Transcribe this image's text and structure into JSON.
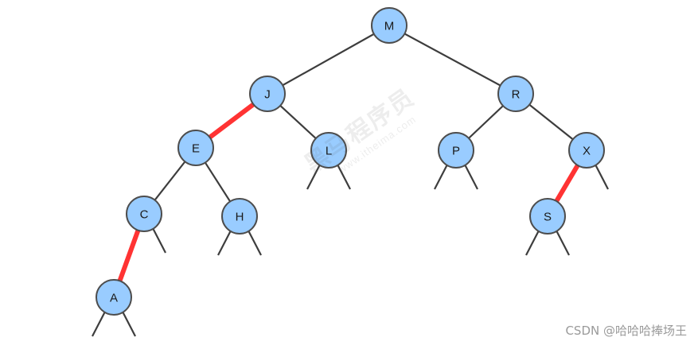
{
  "diagram": {
    "colors": {
      "node_fill": "#99ccff",
      "node_stroke": "#4d4d4d",
      "black_link": "#3d3d3d",
      "red_link": "#ff3333"
    },
    "nodes": [
      {
        "id": "M",
        "label": "M"
      },
      {
        "id": "J",
        "label": "J"
      },
      {
        "id": "R",
        "label": "R"
      },
      {
        "id": "E",
        "label": "E"
      },
      {
        "id": "L",
        "label": "L"
      },
      {
        "id": "P",
        "label": "P"
      },
      {
        "id": "X",
        "label": "X"
      },
      {
        "id": "C",
        "label": "C"
      },
      {
        "id": "H",
        "label": "H"
      },
      {
        "id": "S",
        "label": "S"
      },
      {
        "id": "A",
        "label": "A"
      }
    ],
    "edges": [
      {
        "from": "M",
        "to": "J",
        "color": "black"
      },
      {
        "from": "M",
        "to": "R",
        "color": "black"
      },
      {
        "from": "J",
        "to": "E",
        "color": "red"
      },
      {
        "from": "J",
        "to": "L",
        "color": "black"
      },
      {
        "from": "R",
        "to": "P",
        "color": "black"
      },
      {
        "from": "R",
        "to": "X",
        "color": "black"
      },
      {
        "from": "E",
        "to": "C",
        "color": "black"
      },
      {
        "from": "E",
        "to": "H",
        "color": "black"
      },
      {
        "from": "X",
        "to": "S",
        "color": "red"
      },
      {
        "from": "C",
        "to": "A",
        "color": "red"
      }
    ],
    "null_links": [
      {
        "from": "L",
        "side": "left"
      },
      {
        "from": "L",
        "side": "right"
      },
      {
        "from": "P",
        "side": "left"
      },
      {
        "from": "P",
        "side": "right"
      },
      {
        "from": "X",
        "side": "right"
      },
      {
        "from": "C",
        "side": "right"
      },
      {
        "from": "H",
        "side": "left"
      },
      {
        "from": "H",
        "side": "right"
      },
      {
        "from": "S",
        "side": "left"
      },
      {
        "from": "S",
        "side": "right"
      },
      {
        "from": "A",
        "side": "left"
      },
      {
        "from": "A",
        "side": "right"
      }
    ]
  },
  "watermark": {
    "main": "黑马程序员",
    "sub": "www.itheima.com"
  },
  "credit": "CSDN @哈哈哈捧场王"
}
